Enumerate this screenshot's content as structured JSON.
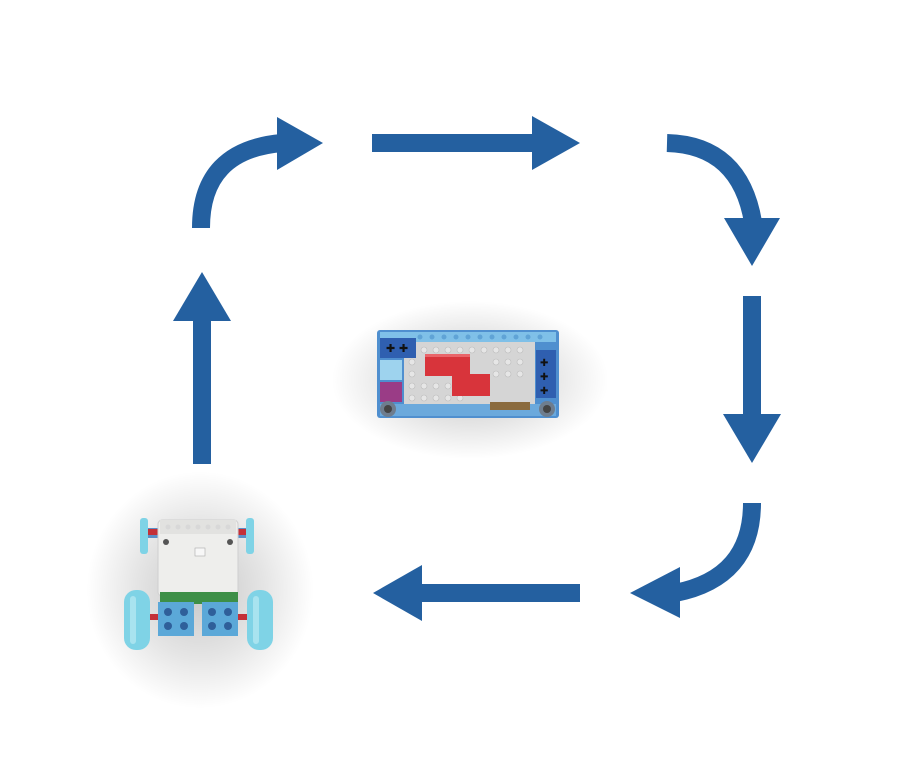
{
  "diagram": {
    "description_colors": {
      "arrow": "#2460A0",
      "brick_blue": "#4F8FCF",
      "brick_light_blue": "#7FC0E8",
      "brick_dark_blue": "#2F5FB0",
      "plate_gray": "#D5D5D5",
      "brick_red": "#D8343B",
      "robot_white": "#EEEEEC",
      "wheel_cyan": "#7FD3E6",
      "robot_green": "#3D8F47",
      "brick_purple": "#9A3C86"
    },
    "nodes": [
      {
        "id": "robot",
        "icon": "robot-vehicle-icon"
      },
      {
        "id": "obstacle",
        "icon": "brick-block-icon"
      }
    ],
    "arrows": [
      {
        "id": "up",
        "direction": "up"
      },
      {
        "id": "curve-top-left",
        "direction": "right"
      },
      {
        "id": "top",
        "direction": "right"
      },
      {
        "id": "curve-top-right",
        "direction": "down"
      },
      {
        "id": "right",
        "direction": "down"
      },
      {
        "id": "curve-bottom-right",
        "direction": "left"
      },
      {
        "id": "bottom",
        "direction": "left"
      }
    ]
  }
}
